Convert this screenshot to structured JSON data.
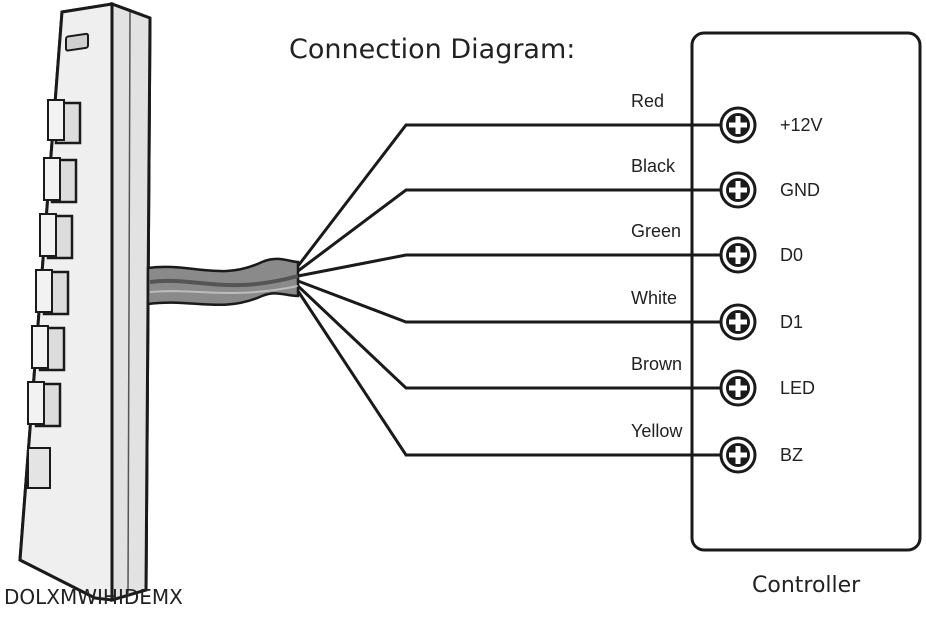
{
  "diagram": {
    "title": "Connection Diagram:",
    "device_label": "DOLXMWIHIDEMX",
    "controller_label": "Controller",
    "wires": [
      {
        "color_name": "Red",
        "terminal": "+12V"
      },
      {
        "color_name": "Black",
        "terminal": "GND"
      },
      {
        "color_name": "Green",
        "terminal": "D0"
      },
      {
        "color_name": "White",
        "terminal": "D1"
      },
      {
        "color_name": "Brown",
        "terminal": "LED"
      },
      {
        "color_name": "Yellow",
        "terminal": "BZ"
      }
    ]
  },
  "colors": {
    "line": "#1a1a1a",
    "device_body": "#e9e9e9",
    "device_shade": "#c8c8c8",
    "cable": "#7a7a7a"
  }
}
